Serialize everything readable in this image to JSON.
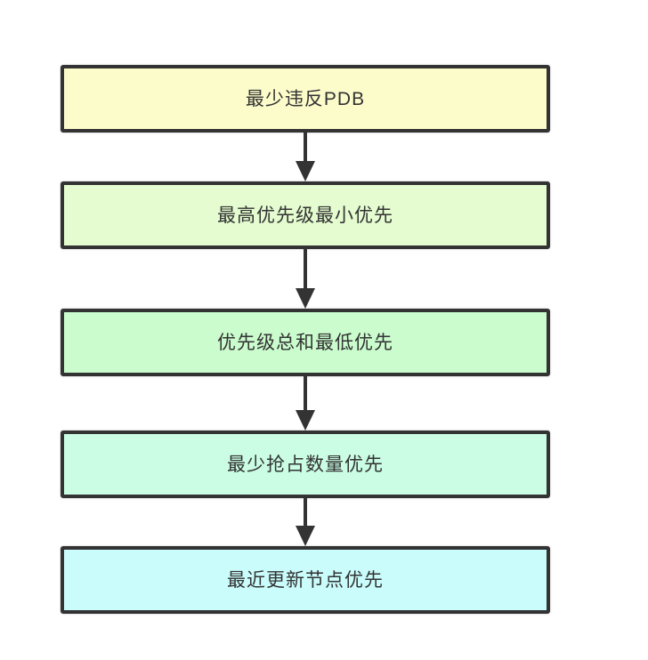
{
  "diagram": {
    "type": "flowchart",
    "direction": "top-down",
    "background": "#ffffff",
    "border_color": "#333333",
    "arrow_color": "#333333",
    "text_color": "#333333",
    "steps": [
      {
        "label": "最少违反PDB",
        "fill": "#fcfccb"
      },
      {
        "label": "最高优先级最小优先",
        "fill": "#e4fcd0"
      },
      {
        "label": "优先级总和最低优先",
        "fill": "#cafccd"
      },
      {
        "label": "最少抢占数量优先",
        "fill": "#cafde4"
      },
      {
        "label": "最近更新节点优先",
        "fill": "#cafcfc"
      }
    ]
  }
}
